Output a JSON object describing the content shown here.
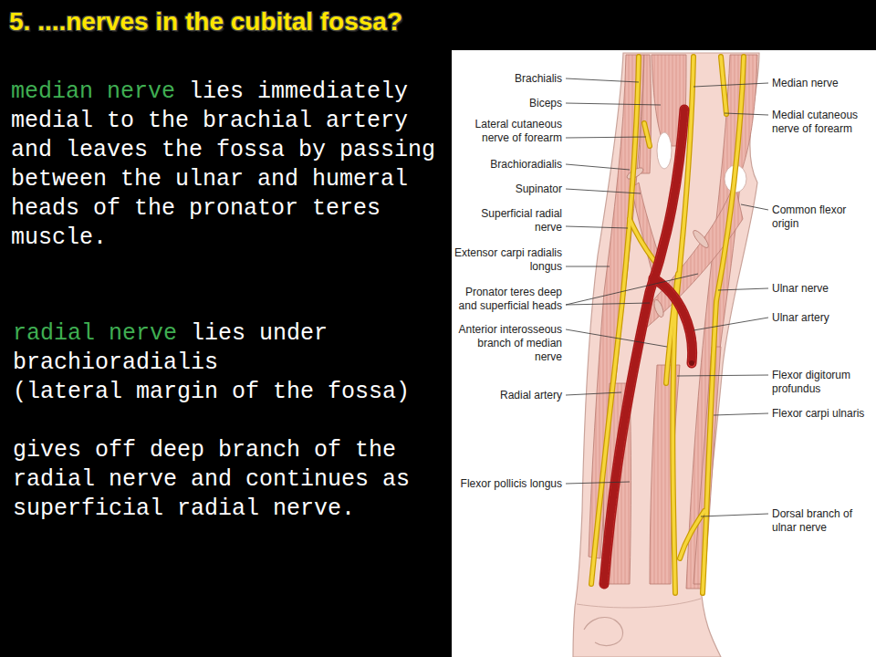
{
  "diagram": {
    "title": "5. ....nerves in the cubital fossa?",
    "labels": [
      "median nerve",
      "lies immediately medial to the brachial artery and leaves the fossa by passing between the ulnar and humeral heads of the pronator teres muscle.",
      "radial nerve",
      "lies under brachioradialis",
      "(lateral margin of the fossa)",
      "gives off deep branch of the radial nerve and continues as superficial radial nerve.",
      "Brachialis",
      "Biceps",
      "Lateral cutaneous nerve of forearm",
      "Brachioradialis",
      "Supinator",
      "Superficial radial nerve",
      "Extensor carpi radialis longus",
      "Pronator teres deep and superficial heads",
      "Anterior interosseous branch of median nerve",
      "Radial artery",
      "Flexor pollicis longus",
      "Median nerve",
      "Medial cutaneous nerve of forearm",
      "Common flexor origin",
      "Ulnar nerve",
      "Ulnar artery",
      "Flexor digitorum profundus",
      "Flexor carpi ulnaris",
      "Dorsal branch of ulnar nerve"
    ]
  }
}
